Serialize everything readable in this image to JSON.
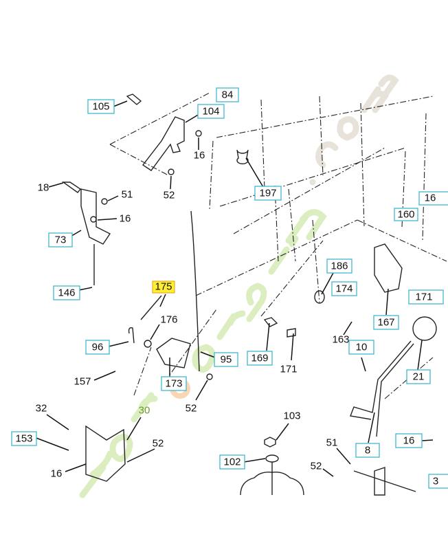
{
  "diagram": {
    "watermark": "franceagrijardin.com",
    "highlight_color": "#ffee33",
    "box_color": "#3fb6d0",
    "callouts": [
      {
        "id": "105",
        "boxed": true
      },
      {
        "id": "84",
        "boxed": true
      },
      {
        "id": "104",
        "boxed": true
      },
      {
        "id": "16",
        "boxed": false
      },
      {
        "id": "52",
        "boxed": false
      },
      {
        "id": "197",
        "boxed": true
      },
      {
        "id": "18",
        "boxed": false
      },
      {
        "id": "51",
        "boxed": false
      },
      {
        "id": "16",
        "boxed": false
      },
      {
        "id": "73",
        "boxed": true
      },
      {
        "id": "146",
        "boxed": true
      },
      {
        "id": "175",
        "boxed": true,
        "highlighted": true
      },
      {
        "id": "16",
        "boxed": true
      },
      {
        "id": "160",
        "boxed": true
      },
      {
        "id": "186",
        "boxed": true
      },
      {
        "id": "174",
        "boxed": true
      },
      {
        "id": "171",
        "boxed": true
      },
      {
        "id": "167",
        "boxed": true
      },
      {
        "id": "176",
        "boxed": false
      },
      {
        "id": "96",
        "boxed": true
      },
      {
        "id": "95",
        "boxed": true
      },
      {
        "id": "169",
        "boxed": true
      },
      {
        "id": "163",
        "boxed": false
      },
      {
        "id": "10",
        "boxed": true
      },
      {
        "id": "157",
        "boxed": false
      },
      {
        "id": "173",
        "boxed": true
      },
      {
        "id": "171",
        "boxed": false
      },
      {
        "id": "21",
        "boxed": true
      },
      {
        "id": "52",
        "boxed": false
      },
      {
        "id": "32",
        "boxed": false
      },
      {
        "id": "30",
        "boxed": false
      },
      {
        "id": "153",
        "boxed": true
      },
      {
        "id": "52",
        "boxed": false
      },
      {
        "id": "103",
        "boxed": false
      },
      {
        "id": "16",
        "boxed": true
      },
      {
        "id": "102",
        "boxed": true
      },
      {
        "id": "51",
        "boxed": false
      },
      {
        "id": "8",
        "boxed": true
      },
      {
        "id": "16",
        "boxed": false
      },
      {
        "id": "52",
        "boxed": false
      },
      {
        "id": "3",
        "boxed": true
      }
    ]
  }
}
